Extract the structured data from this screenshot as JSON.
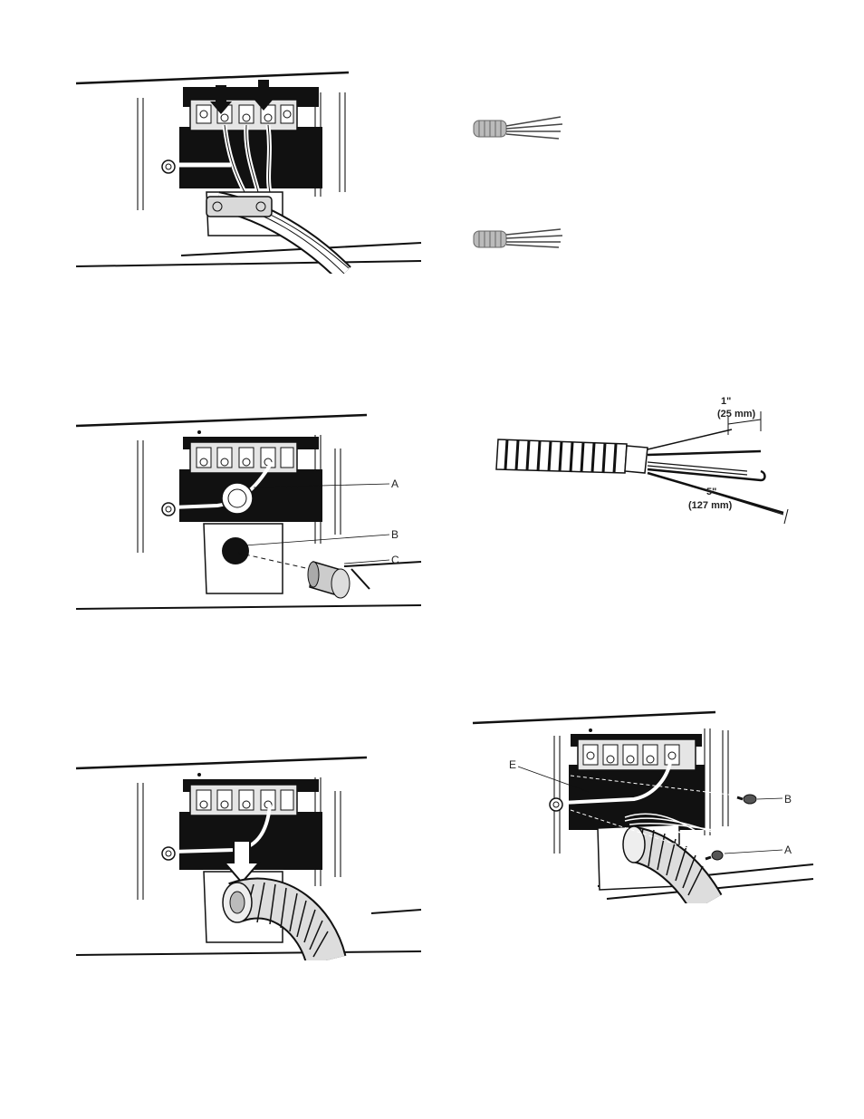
{
  "figures": {
    "conduit_entry": {
      "labels": {
        "a": "A",
        "b": "B",
        "c": "C"
      }
    },
    "wire_strip": {
      "short_dimension": {
        "imperial": "1\"",
        "metric": "(25 mm)"
      },
      "long_dimension": {
        "imperial": "5\"",
        "metric": "(127 mm)"
      }
    },
    "four_wire_connection": {
      "labels": {
        "e": "E",
        "b": "B",
        "a": "A"
      }
    }
  }
}
